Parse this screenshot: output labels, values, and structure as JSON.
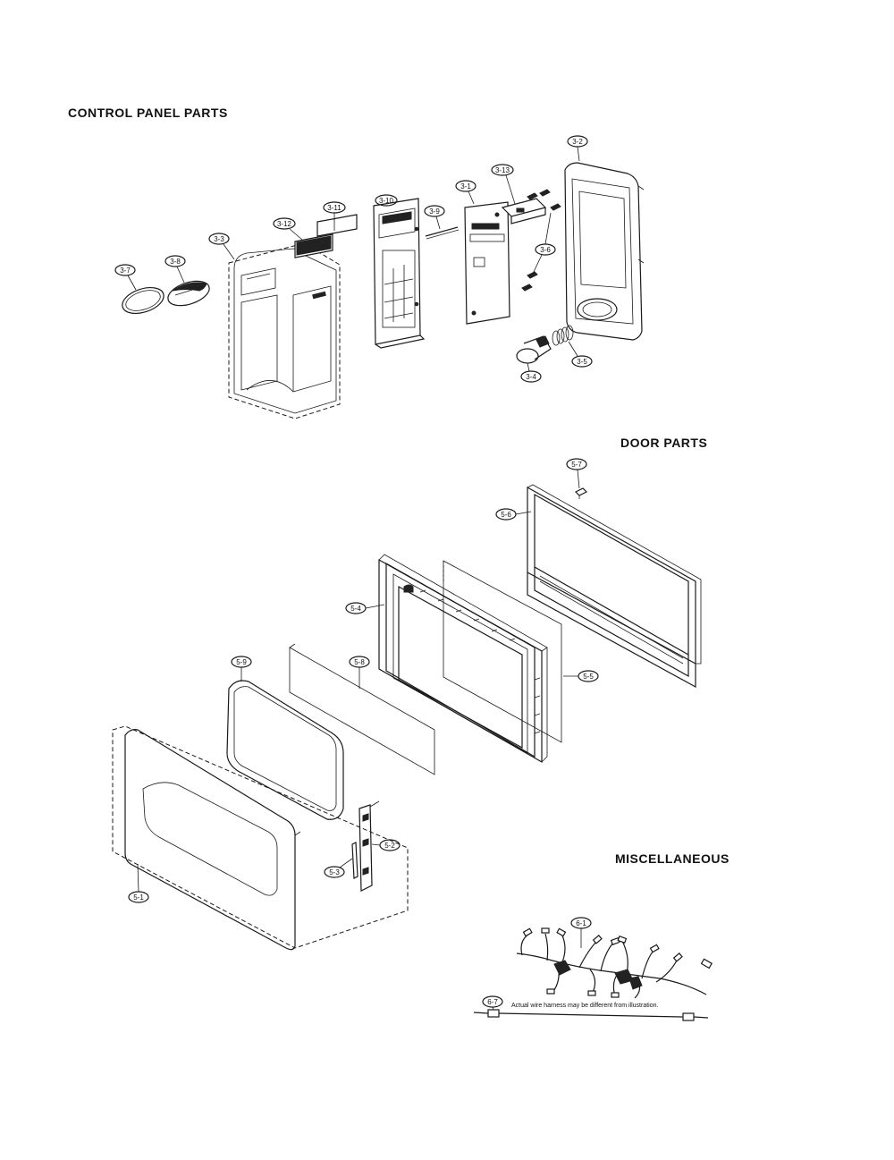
{
  "sections": {
    "control_panel": "CONTROL PANEL PARTS",
    "door": "DOOR PARTS",
    "misc": "MISCELLANEOUS"
  },
  "note": "Actual wire harness may be different from illustration.",
  "callouts": {
    "c3_7": "3-7",
    "c3_8": "3-8",
    "c3_3": "3-3",
    "c3_12": "3-12",
    "c3_11": "3-11",
    "c3_10": "3-10",
    "c3_9": "3-9",
    "c3_1": "3-1",
    "c3_13": "3-13",
    "c3_6": "3-6",
    "c3_2": "3-2",
    "c3_5": "3-5",
    "c3_4": "3-4",
    "c5_7": "5-7",
    "c5_6": "5-6",
    "c5_4": "5-4",
    "c5_8": "5-8",
    "c5_5": "5-5",
    "c5_9": "5-9",
    "c5_2": "5-2",
    "c5_3": "5-3",
    "c5_1": "5-1",
    "c6_1": "6-1",
    "c6_7": "6-7"
  }
}
